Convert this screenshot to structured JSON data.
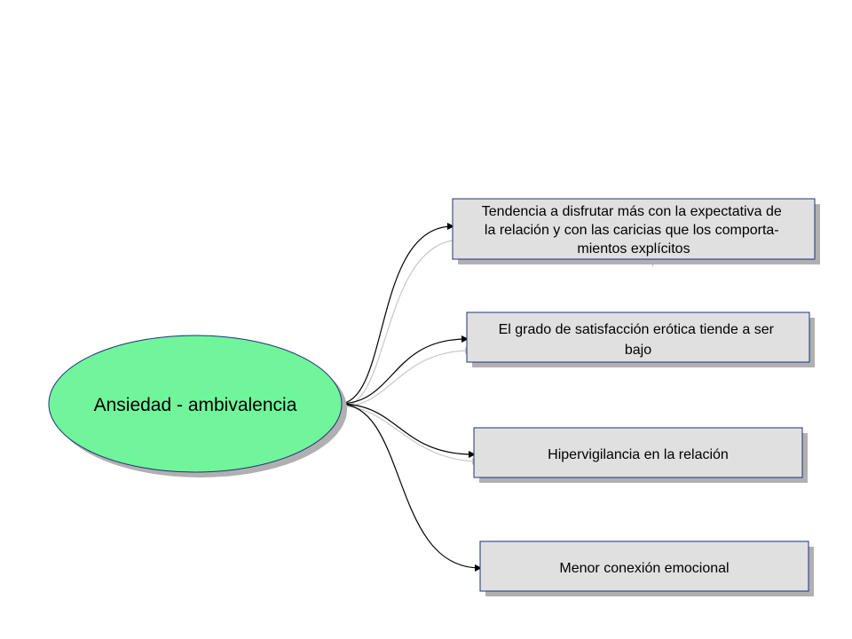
{
  "center": {
    "label": "Ansiedad - ambivalencia",
    "fill": "#70f59a",
    "stroke": "#1f2f7f"
  },
  "branches": [
    {
      "lines": [
        "Tendencia a disfrutar más con la expectativa de",
        "la relación y con las caricias que los comporta-",
        "mientos explícitos"
      ],
      "ghost": "mientos explícitos"
    },
    {
      "lines": [
        "El grado de satisfacción erótica tiende a ser",
        "bajo"
      ]
    },
    {
      "lines": [
        "Hipervigilancia en la relación"
      ]
    },
    {
      "lines": [
        "Menor conexión emocional"
      ]
    }
  ],
  "style": {
    "box_fill": "#e0e0e0",
    "box_stroke": "#1f2f7f",
    "shadow": "#b0b0b0",
    "connector": "#000000",
    "connector_ghost": "#c8c8c8"
  }
}
